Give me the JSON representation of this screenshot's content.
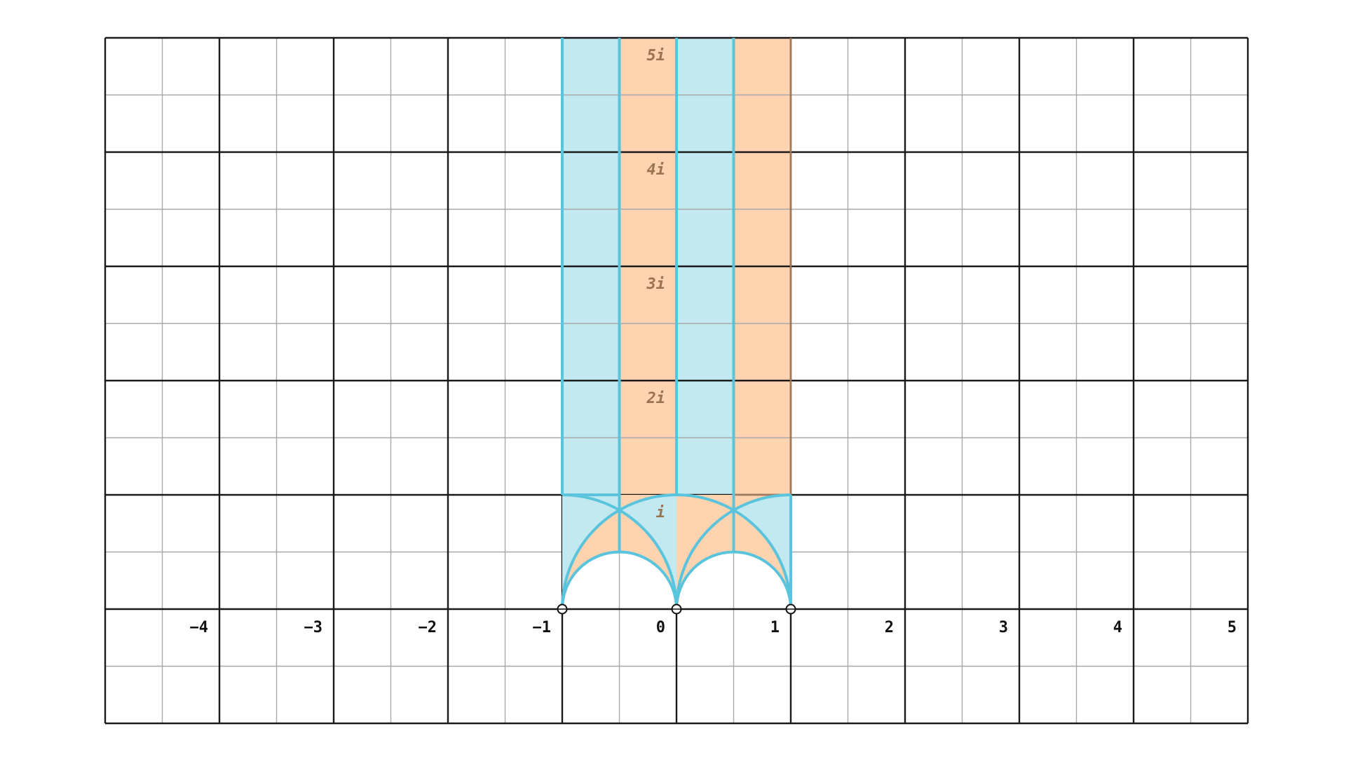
{
  "plane": {
    "x_range": [
      -5,
      5
    ],
    "y_range": [
      -1,
      5
    ],
    "grid_major_step": 1,
    "grid_minor_step": 0.5
  },
  "real_axis_labels": [
    {
      "value": -4,
      "text": "−4"
    },
    {
      "value": -3,
      "text": "−3"
    },
    {
      "value": -2,
      "text": "−2"
    },
    {
      "value": -1,
      "text": "−1"
    },
    {
      "value": 0,
      "text": "0"
    },
    {
      "value": 1,
      "text": "1"
    },
    {
      "value": 2,
      "text": "2"
    },
    {
      "value": 3,
      "text": "3"
    },
    {
      "value": 4,
      "text": "4"
    },
    {
      "value": 5,
      "text": "5"
    }
  ],
  "imaginary_axis_labels": [
    {
      "value": 1,
      "text": "i"
    },
    {
      "value": 2,
      "text": "2i"
    },
    {
      "value": 3,
      "text": "3i"
    },
    {
      "value": 4,
      "text": "4i"
    },
    {
      "value": 5,
      "text": "5i"
    }
  ],
  "regions": {
    "blue_strips": [
      {
        "x_from": -1,
        "x_to": -0.5
      },
      {
        "x_from": 0,
        "x_to": 0.5
      }
    ],
    "orange_strips": [
      {
        "x_from": -0.5,
        "x_to": 0
      },
      {
        "x_from": 0.5,
        "x_to": 1
      }
    ]
  },
  "cusp_points": [
    -1,
    0,
    1
  ],
  "colors": {
    "blue_fill": "#c2e8f0",
    "blue_stroke": "#5bc4dd",
    "orange_fill": "#fdd3b0",
    "orange_stroke": "#a07b5a",
    "imag_label": "#9a7452",
    "grid_major": "#1a1a1a",
    "grid_minor": "#a8a8a8",
    "axis_label": "#111111"
  }
}
